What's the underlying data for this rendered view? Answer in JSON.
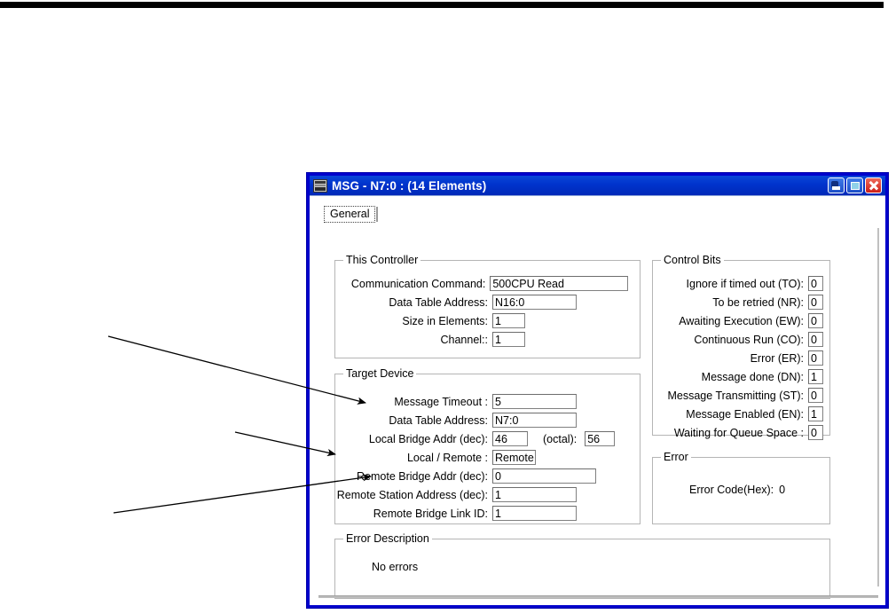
{
  "window": {
    "title": "MSG - N7:0 : (14 Elements)",
    "icon": "msg-document-icon",
    "buttons": {
      "minimize": "Minimize",
      "restore": "Restore",
      "close": "Close"
    },
    "accent_color": "#0033cc",
    "close_color": "#cc1f18"
  },
  "tabs": [
    {
      "label": "General",
      "selected": true
    }
  ],
  "this_controller": {
    "legend": "This Controller",
    "fields": [
      {
        "label": "Communication Command:",
        "value": "500CPU Read"
      },
      {
        "label": "Data Table Address:",
        "value": "N16:0"
      },
      {
        "label": "Size in Elements:",
        "value": "1"
      },
      {
        "label": "Channel::",
        "value": "1"
      }
    ]
  },
  "target_device": {
    "legend": "Target Device",
    "fields": [
      {
        "label": "Message Timeout :",
        "value": "5"
      },
      {
        "label": "Data Table Address:",
        "value": "N7:0"
      },
      {
        "label": "Local Bridge Addr (dec):",
        "value": "46",
        "extra_label": "(octal):",
        "extra_value": "56"
      },
      {
        "label": "Local / Remote :",
        "value": "Remote"
      },
      {
        "label": "Remote Bridge Addr (dec):",
        "value": "0"
      },
      {
        "label": "Remote Station Address (dec):",
        "value": "1"
      },
      {
        "label": "Remote Bridge Link ID:",
        "value": "1"
      }
    ]
  },
  "control_bits": {
    "legend": "Control Bits",
    "bits": [
      {
        "label": "Ignore if timed out (TO):",
        "value": "0"
      },
      {
        "label": "To be retried (NR):",
        "value": "0"
      },
      {
        "label": "Awaiting Execution (EW):",
        "value": "0"
      },
      {
        "label": "Continuous Run (CO):",
        "value": "0"
      },
      {
        "label": "Error (ER):",
        "value": "0"
      },
      {
        "label": "Message done (DN):",
        "value": "1"
      },
      {
        "label": "Message Transmitting (ST):",
        "value": "0"
      },
      {
        "label": "Message Enabled (EN):",
        "value": "1"
      },
      {
        "label": "Waiting for Queue Space :",
        "value": "0"
      }
    ]
  },
  "error": {
    "legend": "Error",
    "code_label": "Error Code(Hex):",
    "code_value": "0"
  },
  "error_description": {
    "legend": "Error Description",
    "text": "No errors"
  },
  "annotations": [
    {
      "name": "arrow-to-local-bridge-addr"
    },
    {
      "name": "arrow-to-remote-station-address"
    },
    {
      "name": "arrow-to-remote-bridge-link-id"
    }
  ]
}
